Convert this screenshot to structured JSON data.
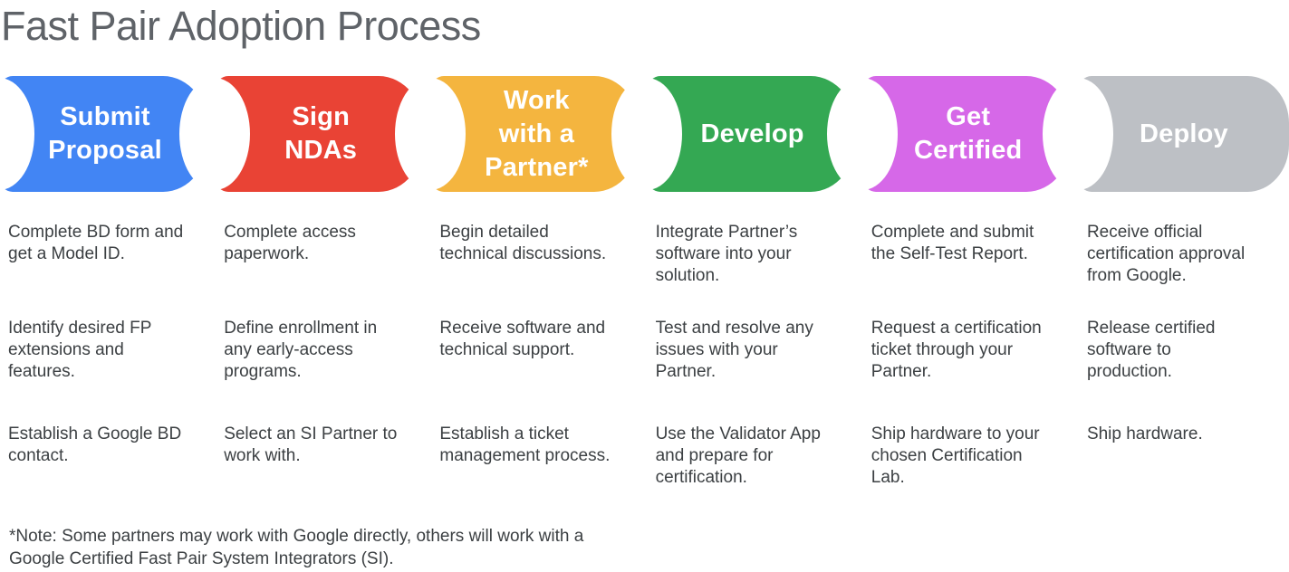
{
  "title": "Fast Pair Adoption Process",
  "stages": [
    {
      "id": "submit-proposal",
      "label": "Submit Proposal",
      "label_lines": [
        "Submit",
        "Proposal"
      ],
      "color": "#4285F4",
      "items": [
        [
          "Complete BD form and",
          "get a Model ID."
        ],
        [
          "Identify desired FP",
          "extensions and",
          "features."
        ],
        [
          "Establish a Google BD",
          "contact."
        ]
      ]
    },
    {
      "id": "sign-ndas",
      "label": "Sign NDAs",
      "label_lines": [
        "Sign",
        "NDAs"
      ],
      "color": "#E94335",
      "items": [
        [
          "Complete access",
          "paperwork."
        ],
        [
          "Define enrollment in",
          "any early-access",
          "programs."
        ],
        [
          "Select an SI Partner to",
          "work with."
        ]
      ]
    },
    {
      "id": "work-with-a-partner",
      "label": "Work with a Partner*",
      "label_lines": [
        "Work",
        "with a",
        "Partner*"
      ],
      "color": "#F4B53F",
      "items": [
        [
          "Begin detailed",
          "technical discussions."
        ],
        [
          "Receive software and",
          "technical support."
        ],
        [
          "Establish a ticket",
          "management process."
        ]
      ]
    },
    {
      "id": "develop",
      "label": "Develop",
      "label_lines": [
        "Develop"
      ],
      "color": "#34A853",
      "items": [
        [
          "Integrate Partner’s",
          "software into your",
          "solution."
        ],
        [
          "Test and resolve any",
          "issues with your",
          "Partner."
        ],
        [
          "Use the Validator App",
          "and prepare for",
          "certification."
        ]
      ]
    },
    {
      "id": "get-certified",
      "label": "Get Certified",
      "label_lines": [
        "Get",
        "Certified"
      ],
      "color": "#D668E8",
      "items": [
        [
          "Complete and submit",
          "the Self-Test Report."
        ],
        [
          "Request a certification",
          "ticket through your",
          "Partner."
        ],
        [
          "Ship hardware to your",
          "chosen Certification",
          "Lab."
        ]
      ]
    },
    {
      "id": "deploy",
      "label": "Deploy",
      "label_lines": [
        "Deploy"
      ],
      "color": "#BDC0C5",
      "items": [
        [
          "Receive official",
          "certification approval",
          "from Google."
        ],
        [
          "Release certified",
          "software to",
          "production."
        ],
        [
          "Ship hardware."
        ]
      ]
    }
  ],
  "footnote": {
    "lines": [
      "*Note: Some partners may work with Google directly, others will work with a",
      "Google Certified Fast Pair System Integrators (SI)."
    ]
  }
}
